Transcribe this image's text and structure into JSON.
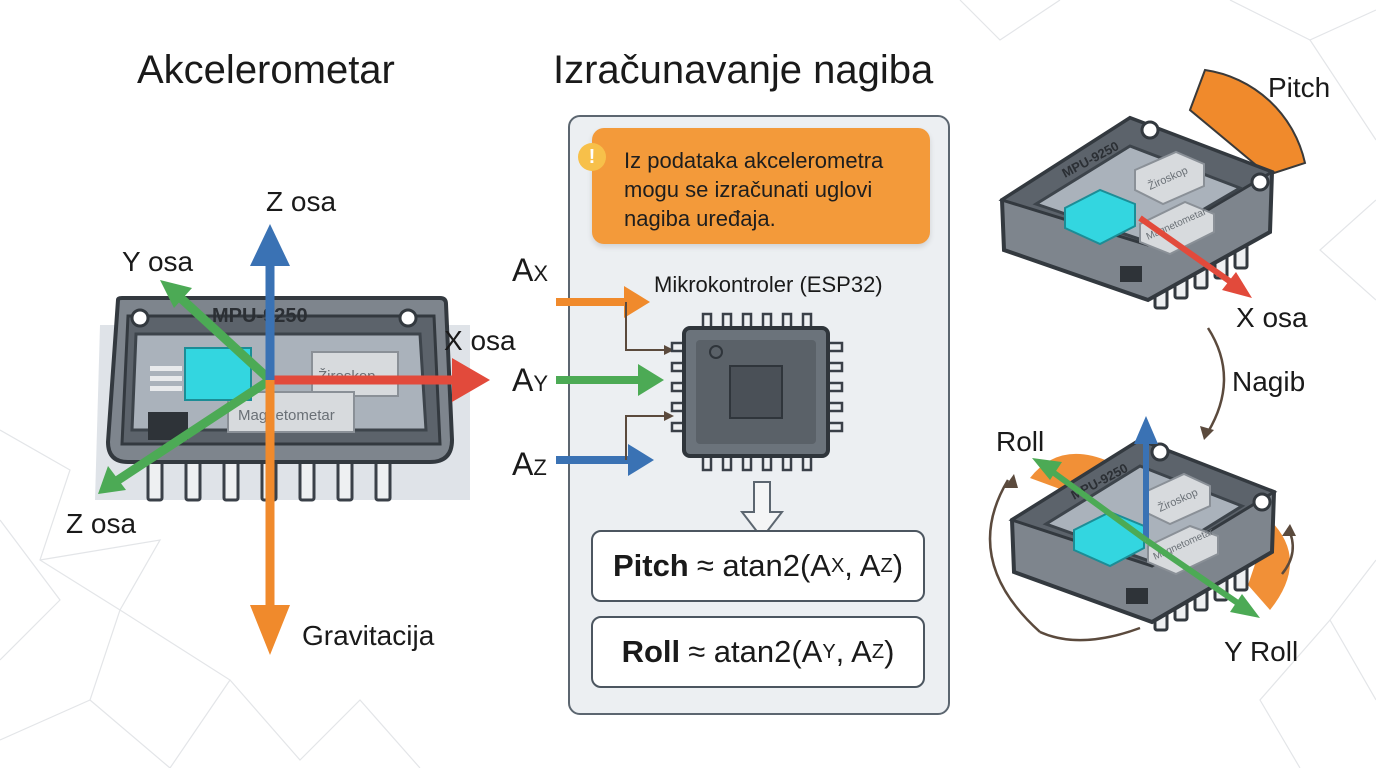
{
  "titles": {
    "left": "Akcelerometar",
    "middle": "Izračunavanje nagiba"
  },
  "left_diagram": {
    "chip_label": "MPU-9250",
    "gyro_label": "Žiroskop",
    "mag_label": "Magnetometar",
    "axis_z_up": "Z osa",
    "axis_y": "Y osa",
    "axis_x": "X osa",
    "axis_z_down": "Z osa",
    "gravity": "Gravitacija"
  },
  "middle_panel": {
    "note": "Iz podataka akcelerometra\nmogu se izračunati uglovi\nnagiba uređaja.",
    "inputs": [
      {
        "main": "A",
        "sub": "X"
      },
      {
        "main": "A",
        "sub": "Y"
      },
      {
        "main": "A",
        "sub": "Z"
      }
    ],
    "mcu_label": "Mikrokontroler (ESP32)",
    "formula_pitch": {
      "name": "Pitch",
      "prefix": "≈ atan2(A",
      "s1": "X",
      "mid": ", A",
      "s2": "Z",
      "suffix": ")"
    },
    "formula_roll": {
      "name": "Roll",
      "prefix": "≈ atan2(A",
      "s1": "Y",
      "mid": ", A",
      "s2": "Z",
      "suffix": ")"
    }
  },
  "right_diagram": {
    "pitch_label": "Pitch",
    "x_axis_label": "X osa",
    "nagib_label": "Nagib",
    "roll_label": "Roll",
    "y_roll_label": "Y Roll",
    "chip_label_top": "MPU-9250",
    "chip_label_bottom": "MPU-9250",
    "gyro_top": "Žiroskop",
    "mag_top": "Magnetometar",
    "gyro_bottom": "Žiroskop",
    "mag_bottom": "Magnetometar"
  },
  "colors": {
    "z_axis": "#3a72b4",
    "y_axis": "#4caa55",
    "x_axis": "#e24a3b",
    "gravity": "#f08a2c",
    "note_bg": "#f39a3a",
    "sensor": "#33d6e0"
  }
}
